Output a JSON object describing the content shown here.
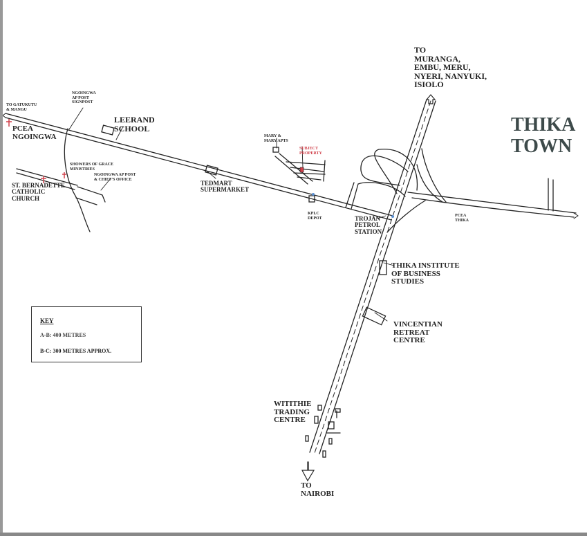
{
  "labels": {
    "to_north": "TO\nMURANGA,\nEMBU, MERU,\nNYERI, NANYUKI,\nISIOLO",
    "thika_town": "THIKA\nTOWN",
    "to_gatukutu": "TO GATUKUTU\n& MANGU",
    "ngoingwa_signpost": "NGOINGWA\nAP POST\nSIGNPOST",
    "pcea_ngoingwa": "PCEA\nNGOINGWA",
    "leerand_school": "LEERAND\nSCHOOL",
    "showers_of_grace": "SHOWERS OF GRACE\nMINISTRIES",
    "chiefs_office": "NGOINGWA AP POST\n& CHIEF'S OFFICE",
    "st_bernadette": "ST. BERNADETTE\nCATHOLIC\nCHURCH",
    "tedmart": "TEDMART\nSUPERMARKET",
    "mary_apts": "MARY &\nMARY APTS",
    "subject_property": "SUBJECT\nPROPERTY",
    "kplc_depot": "KPLC\nDEPOT",
    "trojan_petrol": "TROJAN\nPETROL\nSTATION",
    "pcea_thika": "PCEA\nTHIKA",
    "thika_institute": "THIKA INSTITUTE\nOF BUSINESS\nSTUDIES",
    "vincentian": "VINCENTIAN\nRETREAT\nCENTRE",
    "witithie": "WITITHIE\nTRADING\nCENTRE",
    "to_nairobi": "TO\nNAIROBI"
  },
  "key": {
    "title": "KEY",
    "ab": "A-B: 400 METRES",
    "bc": "B-C: 300 METRES APPROX."
  },
  "colors": {
    "subject_property": "#d0404a",
    "cross_marker": "#d0404a",
    "water_marker": "#5a8fd0"
  }
}
